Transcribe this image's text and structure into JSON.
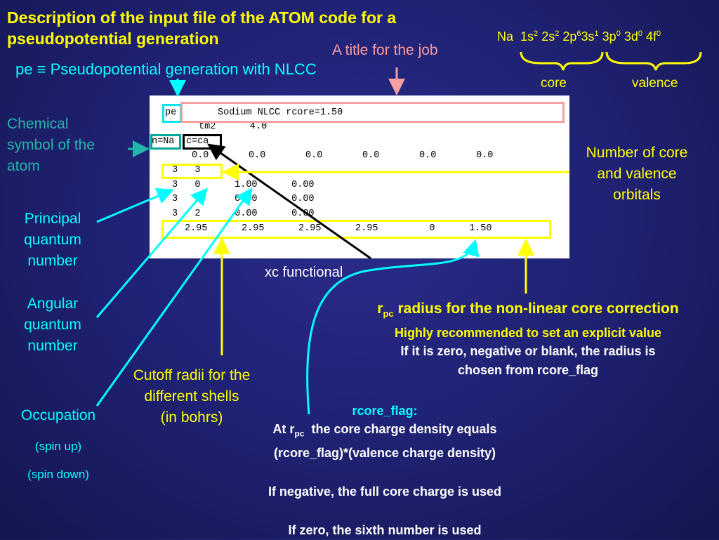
{
  "title": "Description of the input file of the ATOM code for a pseudopotential generation",
  "pe_line": {
    "code": "pe",
    "symbol": "≡",
    "text": "Pseudopotential generation with NLCC"
  },
  "job_title_label": "A title for the job",
  "configuration": {
    "element": "Na",
    "orbitals": [
      {
        "shell": "1s",
        "occ": "2"
      },
      {
        "shell": "2s",
        "occ": "2"
      },
      {
        "shell": "2p",
        "occ": "6"
      },
      {
        "shell": "3s",
        "occ": "1"
      },
      {
        "shell": "3p",
        "occ": "0"
      },
      {
        "shell": "3d",
        "occ": "0"
      },
      {
        "shell": "4f",
        "occ": "0"
      }
    ],
    "core_label": "core",
    "valence_label": "valence"
  },
  "labels": {
    "chemical_symbol": [
      "Chemical",
      "symbol of the",
      "atom"
    ],
    "number_orbitals": [
      "Number of core",
      "and valence",
      "orbitals"
    ],
    "principal": [
      "Principal",
      "quantum",
      "number"
    ],
    "angular": [
      "Angular",
      "quantum",
      "number"
    ],
    "occupation": "Occupation",
    "spin_up": "(spin up)",
    "spin_down": "(spin down)",
    "cutoff": [
      "Cutoff radii for the",
      "different shells",
      "(in bohrs)"
    ],
    "xc": "xc functional"
  },
  "rpc": {
    "r": "r",
    "sub": "pc",
    "title_rest": " radius for the non-linear core correction",
    "highlight": "Highly recommended to set an explicit value",
    "line1": "If it is zero, negative or blank, the radius is",
    "line2": "chosen from rcore_flag"
  },
  "rcore_flag": {
    "title": "rcore_flag:",
    "line1_pre": "At r",
    "line1_sub": "pc",
    "line1_post": "  the core charge density equals",
    "line2": "(rcore_flag)*(valence charge density)",
    "line3": "If negative, the full core charge is used",
    "line4": "If zero, the sixth number is used"
  },
  "input_file": {
    "pe": "pe",
    "job_title": "Sodium NLCC rcore=1.50",
    "line2": "tm2      4.0",
    "nna": "n=Na",
    "cca": "c=ca",
    "line4": "0.0       0.0       0.0       0.0       0.0       0.0",
    "line5": "3   3",
    "line6": "3   0      1.00      0.00",
    "line7": "3   1      0.00      0.00",
    "line8": "3   2      0.00      0.00",
    "line9": "2.95      2.95      2.95      2.95         0      1.50"
  },
  "colors": {
    "background": "#1e2070",
    "yellow": "#ffff00",
    "cyan": "#00ffff",
    "pink": "#ff9a9a",
    "teal": "#22b5a8"
  }
}
